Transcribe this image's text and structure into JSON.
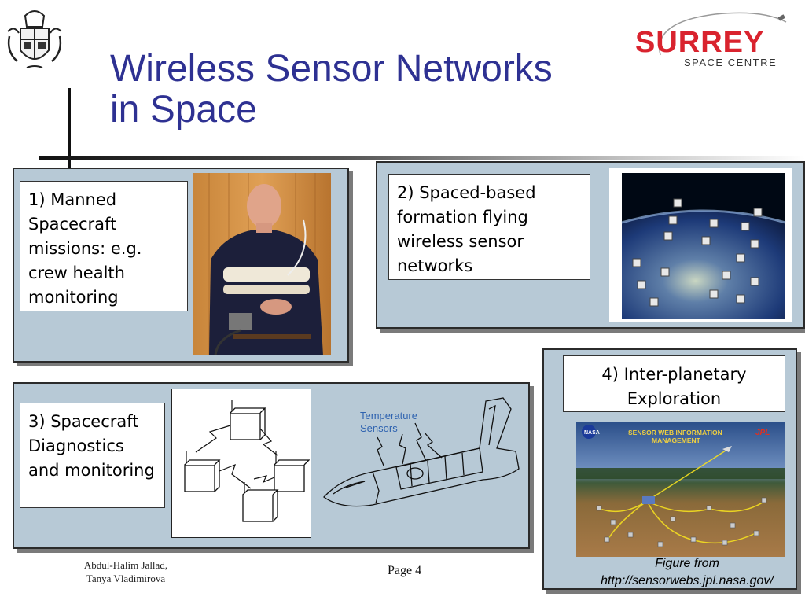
{
  "slide": {
    "title_line1": "Wireless Sensor Networks",
    "title_line2": "in Space",
    "logo_text_main": "SURREY",
    "logo_text_sub": "SPACE CENTRE"
  },
  "panels": [
    {
      "id": "p1",
      "label": "1) Manned Spacecraft missions: e.g. crew health monitoring"
    },
    {
      "id": "p2",
      "label": "2) Spaced-based formation flying wireless sensor networks"
    },
    {
      "id": "p3",
      "label": "3) Spacecraft Diagnostics and monitoring"
    },
    {
      "id": "p4",
      "label": "4) Inter-planetary Exploration"
    }
  ],
  "diagram": {
    "sensor_label_line1": "Temperature",
    "sensor_label_line2": "Sensors"
  },
  "sensor_web": {
    "banner_line1": "SENSOR WEB INFORMATION",
    "banner_line2": "MANAGEMENT",
    "nasa": "NASA",
    "jpl": "JPL"
  },
  "caption": {
    "line1": "Figure from",
    "line2": "http://sensorwebs.jpl.nasa.gov/"
  },
  "footer": {
    "author_line1": "Abdul-Halim Jallad,",
    "author_line2": "Tanya Vladimirova",
    "page": "Page 4"
  },
  "colors": {
    "title": "#2e3192",
    "panel_bg": "#b7c9d6",
    "logo_red": "#d9232e",
    "diagram_text": "#2f63b0"
  }
}
